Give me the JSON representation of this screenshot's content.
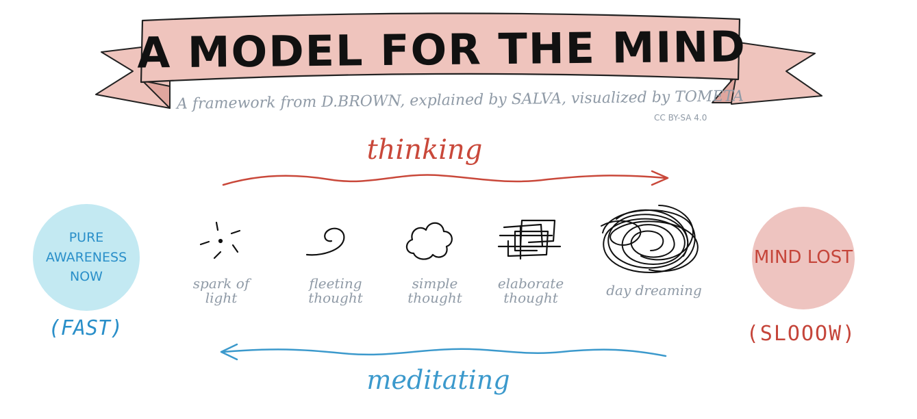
{
  "header": {
    "title": "A MODEL FOR THE MIND",
    "subtitle": "A framework from D.BROWN, explained by SALVA, visualized by TOMETA",
    "license": "CC BY-SA 4.0"
  },
  "process": {
    "forward_label": "thinking",
    "backward_label": "meditating",
    "forward_color": "#c9483a",
    "backward_color": "#3b99cc"
  },
  "ends": {
    "left": {
      "label": "PURE AWARENESS NOW",
      "speed": "(FAST)",
      "circle_color": "#c3e9f2",
      "text_color": "#2a8fc9"
    },
    "right": {
      "label": "MIND LOST",
      "speed": "(SLOOOW)",
      "circle_color": "#eec4c0",
      "text_color": "#c5453a"
    }
  },
  "stages": [
    {
      "label": "spark of light",
      "icon": "spark-icon"
    },
    {
      "label": "fleeting thought",
      "icon": "swirl-icon"
    },
    {
      "label": "simple thought",
      "icon": "cloud-icon"
    },
    {
      "label": "elaborate thought",
      "icon": "tangle-icon"
    },
    {
      "label": "day dreaming",
      "icon": "scribble-ball-icon"
    }
  ],
  "colors": {
    "banner": "#efc4bd",
    "banner_fold": "#e0a69e",
    "ink": "#111111",
    "muted_text": "#8f9aa6"
  }
}
